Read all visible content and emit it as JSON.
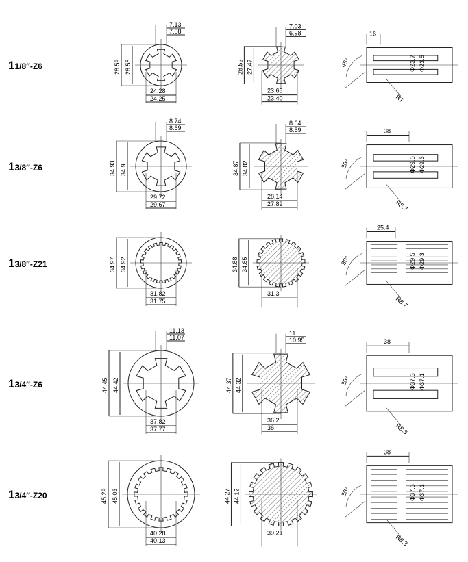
{
  "rows": [
    {
      "label_whole": "1",
      "label_rest": "1/8″-Z6",
      "type": "z6",
      "hub": {
        "outer_upper": "28.59",
        "outer_lower": "28.55",
        "top1": "7.13",
        "top2": "7.08",
        "bot1": "24.28",
        "bot2": "24.25"
      },
      "shaft": {
        "outer_upper": "28.52",
        "outer_lower": "27.47",
        "top1": "7.03",
        "top2": "6.98",
        "bot1": "23.65",
        "bot2": "23.40"
      },
      "side": {
        "length": "16",
        "d1": "Φ23.7",
        "d2": "Φ23.5",
        "angle": "45°",
        "radius": "RT"
      }
    },
    {
      "label_whole": "1",
      "label_rest": "3/8″-Z6",
      "type": "z6",
      "hub": {
        "outer_upper": "34.93",
        "outer_lower": "34.9",
        "top1": "8.74",
        "top2": "8.69",
        "bot1": "29.72",
        "bot2": "29.67"
      },
      "shaft": {
        "outer_upper": "34.87",
        "outer_lower": "34.82",
        "top1": "8.64",
        "top2": "8.59",
        "bot1": "28.14",
        "bot2": "27.89"
      },
      "side": {
        "length": "38",
        "d1": "Φ29.5",
        "d2": "Φ29.3",
        "angle": "30°",
        "radius": "R8.7"
      }
    },
    {
      "label_whole": "1",
      "label_rest": "3/8″-Z21",
      "type": "z21",
      "hub": {
        "outer_upper": "34.97",
        "outer_lower": "34.92",
        "bot1": "31.82",
        "bot2": "31.75"
      },
      "shaft": {
        "outer_upper": "34.88",
        "outer_lower": "34.85",
        "bot1": "31.3"
      },
      "side": {
        "length": "25.4",
        "d1": "Φ29.5",
        "d2": "Φ29.3",
        "angle": "30°",
        "radius": "R8.7"
      }
    },
    {
      "label_whole": "1",
      "label_rest": "3/4″-Z6",
      "type": "z6",
      "hub": {
        "outer_upper": "44.45",
        "outer_lower": "44.42",
        "top1": "11.13",
        "top2": "11.07",
        "bot1": "37.82",
        "bot2": "37.77"
      },
      "shaft": {
        "outer_upper": "44.37",
        "outer_lower": "44.32",
        "top1": "11",
        "top2": "10.95",
        "bot1": "36.25",
        "bot2": "36"
      },
      "side": {
        "length": "38",
        "d1": "Φ37.3",
        "d2": "Φ37.1",
        "angle": "30°",
        "radius": "R8.3"
      }
    },
    {
      "label_whole": "1",
      "label_rest": "3/4″-Z20",
      "type": "z20",
      "hub": {
        "outer_upper": "45.29",
        "outer_lower": "45.03",
        "bot1": "40.28",
        "bot2": "40.13"
      },
      "shaft": {
        "outer_upper": "44.27",
        "outer_lower": "44.12",
        "bot1": "39.21"
      },
      "side": {
        "length": "38",
        "d1": "Φ37.3",
        "d2": "Φ37.1",
        "angle": "30°",
        "radius": "R8.3"
      }
    }
  ]
}
